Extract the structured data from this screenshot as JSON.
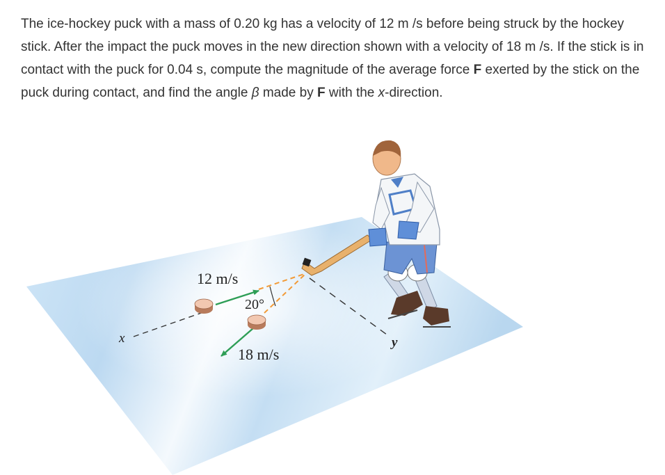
{
  "problem": {
    "text_1": "The ice-hockey puck with a mass of 0.20 kg has a velocity of 12 m /s before being struck by the hockey stick. After the impact the puck moves in the new direction shown with a velocity of 18 m /s. If the stick is in contact with the puck for 0.04 s, compute the magnitude of the average force ",
    "bold_F_1": "F",
    "text_2": " exerted by the stick on the puck during contact, and find the angle ",
    "beta": "β",
    "text_3": " made by ",
    "bold_F_2": "F",
    "text_4": " with the ",
    "x_italic": "x",
    "text_5": "-direction."
  },
  "figure": {
    "velocity_before": "12 m/s",
    "velocity_after": "18 m/s",
    "angle": "20°",
    "axis_x": "x",
    "axis_y": "y"
  },
  "colors": {
    "ice": "#c9e2f5",
    "ice_edge": "#a9cdea",
    "puck_top": "#f2c8b1",
    "puck_side": "#b87b5c",
    "arrow_green": "#2e9e56",
    "dash_orange": "#f29a36",
    "jersey": "#f4f6f8",
    "jersey_blue": "#4f7fc7",
    "glove": "#5f8fd8",
    "stick": "#e8b16c",
    "skin": "#f0b88a",
    "hair": "#a0643b",
    "skate": "#5a3a2a"
  }
}
